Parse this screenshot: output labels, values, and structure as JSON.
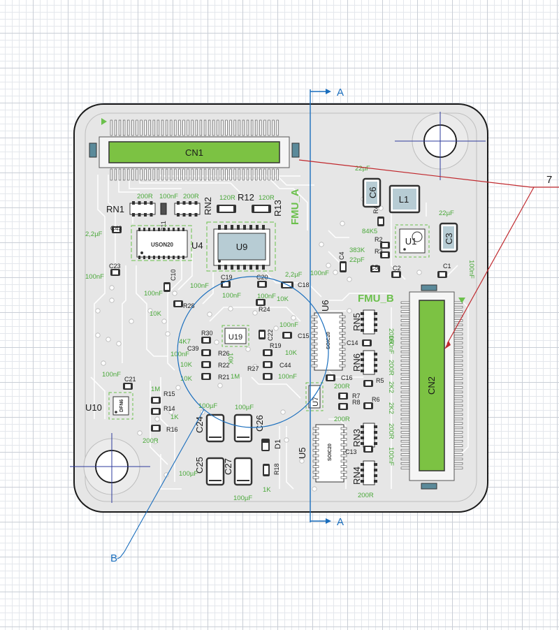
{
  "board": {
    "connectors": {
      "cn1": "CN1",
      "cn2": "CN2"
    },
    "net_labels": {
      "fmu_a": "FMU_A",
      "fmu_b": "FMU_B"
    },
    "chips": {
      "u4": {
        "ref": "U4",
        "marking": "USON20"
      },
      "u9": {
        "ref": "U9"
      },
      "u19": {
        "ref": "U19"
      },
      "u6": {
        "ref": "U6",
        "marking": "SOIC20"
      },
      "u5": {
        "ref": "U5",
        "marking": "SOIC20"
      },
      "u7": {
        "ref": "U7"
      },
      "u10": {
        "ref": "U10",
        "marking": "DFN6"
      },
      "u1": {
        "ref": "U1"
      },
      "l1": {
        "ref": "L1"
      }
    },
    "large_caps": {
      "c6": "C6",
      "c3": "C3",
      "c24": "C24",
      "c26": "C26",
      "c25": "C25",
      "c27": "C27",
      "d1": "D1"
    },
    "rnets": {
      "rn1": "RN1",
      "rn2": "RN2",
      "rn3": "RN3",
      "rn4": "RN4",
      "rn5": "RN5",
      "rn6": "RN6"
    },
    "resistors": {
      "r12": "R12",
      "r13": "R13"
    },
    "small_refs": {
      "c11": "C11",
      "c43": "C43",
      "c23": "C23",
      "c10": "C10",
      "r28": "R28",
      "c19": "C19",
      "c20": "C20",
      "c18": "C18",
      "r24": "R24",
      "r30": "R30",
      "c39": "C39",
      "r26": "R26",
      "r22": "R22",
      "r21": "R21",
      "c22": "C22",
      "r19": "R19",
      "r27": "R27",
      "c15": "C15",
      "c44": "C44",
      "c21": "C21",
      "r15": "R15",
      "r14": "R14",
      "r16": "R16",
      "r18": "R18",
      "r4": "R4",
      "r2": "R2",
      "r3": "R3",
      "c4": "C4",
      "c5": "C5",
      "c2": "C2",
      "c1": "C1",
      "c14": "C14",
      "c16": "C16",
      "r5": "R5",
      "r7": "R7",
      "r8": "R8",
      "r6": "R6",
      "c13": "C13"
    },
    "values": {
      "v200r_rn1": "200R",
      "v100nf_c11": "100nF",
      "v200r_rn2": "200R",
      "v120r_a": "120R",
      "v120r_b": "120R",
      "v2u2_c43": "2,2µF",
      "v100nf_c23": "100nF",
      "v100nf_c10": "100nF",
      "v10k_r28": "10K",
      "v100nf_u9": "100nF",
      "v100nf_c19": "100nF",
      "v2u2_c18": "2,2µF",
      "v100nf_c18": "100nF",
      "v10k_r24": "10K",
      "v100nf_r30": "100nF",
      "v4k7": "4K7",
      "v100nf_c39": "100nF",
      "v10k_a": "10K",
      "v10k_b": "10K",
      "v10k_c": "10K",
      "v1m_r27": "1M",
      "v10k_r19": "10K",
      "v100nf_c44": "100nF",
      "v100nf_c21": "100nF",
      "v1m_r15": "1M",
      "v1k_r14": "1K",
      "v200r_r16": "200R",
      "v100uf_c24": "100µF",
      "v100uf_c26": "100µF",
      "v100uf_c25": "100µF",
      "v100uf_c27": "100µF",
      "v1k_r18": "1K",
      "v22uf_c6": "22µF",
      "v22uf_c3": "22µF",
      "v84k5": "84K5",
      "v383k": "383K",
      "v22pf": "22pF",
      "v100nf_c4": "100nF",
      "v100nf_c1": "100nF",
      "v200r_rn5": "200R",
      "v100nf_c14": "100nF",
      "v200r_rn6": "200R",
      "v2k2_r5": "2K2",
      "v200r_c16": "200R",
      "v2k2_r6": "2K2",
      "v200r_r8": "200R",
      "v200r_rn3": "200R",
      "v100nf_c13": "100nF",
      "v200r_rn4": "200R"
    }
  },
  "annotations": {
    "section_a_top": "A",
    "section_a_bottom": "A",
    "detail_b": "B",
    "callout_7": "7"
  },
  "colors": {
    "board": "#e6e6e6",
    "copper_trace": "#ffffff",
    "outline": "#1a1a1a",
    "pad_green": "#7cc243",
    "value_green": "#4aa83a",
    "corner_marker": "#6bc04c",
    "annotation_blue": "#1a6ebd",
    "callout_red": "#c0282d"
  }
}
